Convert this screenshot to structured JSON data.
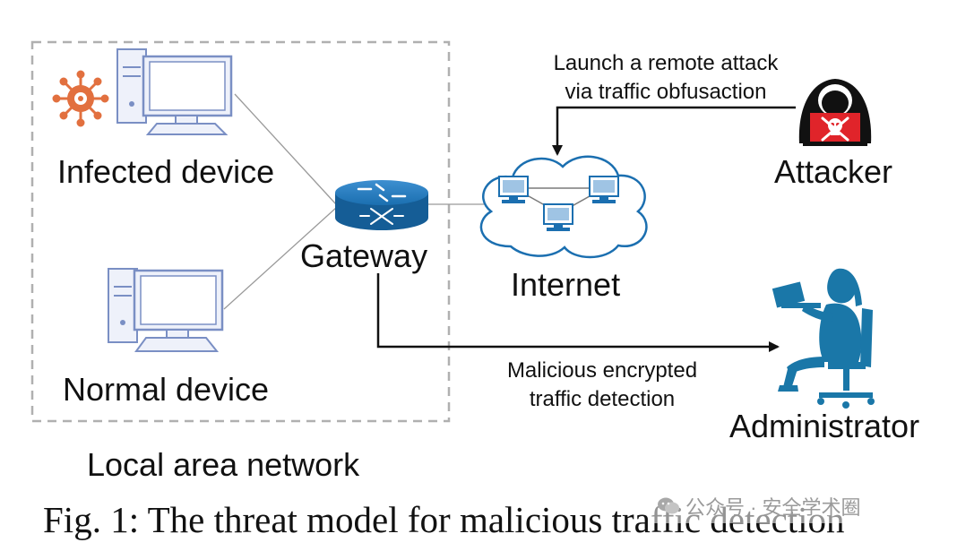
{
  "diagram": {
    "local_area_network": "Local area network",
    "infected_device": "Infected device",
    "normal_device": "Normal device",
    "gateway": "Gateway",
    "internet": "Internet",
    "attacker": "Attacker",
    "administrator": "Administrator",
    "attack_line1": "Launch a remote attack",
    "attack_line2": "via traffic obfusaction",
    "detect_line1": "Malicious encrypted",
    "detect_line2": "traffic detection"
  },
  "caption": "Fig. 1: The threat model for malicious traffic detection",
  "watermark": "公众号 · 安全学术圈",
  "colors": {
    "device_outline": "#7a8fc4",
    "device_fill": "#eef1fa",
    "virus": "#e2703f",
    "gateway": "#1b6fb0",
    "admin": "#1a77a8",
    "attacker_screen": "#e0242a",
    "lan_border": "#b0b0b0"
  }
}
